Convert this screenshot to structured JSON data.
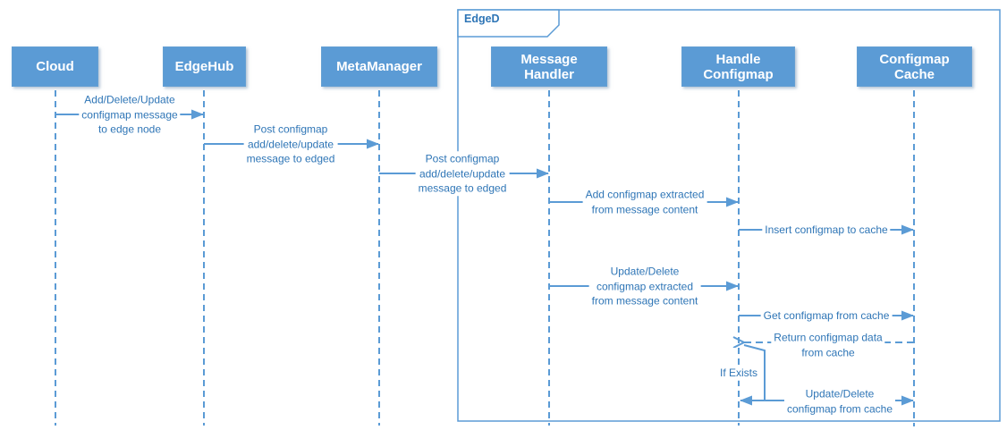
{
  "frame": {
    "label": "EdgeD"
  },
  "actors": [
    {
      "label": "Cloud"
    },
    {
      "label": "EdgeHub"
    },
    {
      "label": "MetaManager"
    },
    {
      "label": "Message Handler"
    },
    {
      "label": "Handle Configmap"
    },
    {
      "label": "Configmap Cache"
    }
  ],
  "messages": [
    {
      "from": "Cloud",
      "to": "EdgeHub",
      "type": "solid",
      "text": "Add/Delete/Update\nconfigmap message\nto edge node"
    },
    {
      "from": "EdgeHub",
      "to": "MetaManager",
      "type": "solid",
      "text": "Post configmap\nadd/delete/update\nmessage to edged"
    },
    {
      "from": "MetaManager",
      "to": "Message Handler",
      "type": "solid",
      "text": "Post configmap\nadd/delete/update\nmessage to edged"
    },
    {
      "from": "Message Handler",
      "to": "Handle Configmap",
      "type": "solid",
      "text": "Add configmap extracted\nfrom message content"
    },
    {
      "from": "Handle Configmap",
      "to": "Configmap Cache",
      "type": "solid",
      "text": "Insert configmap to cache"
    },
    {
      "from": "Message Handler",
      "to": "Handle Configmap",
      "type": "solid",
      "text": "Update/Delete\nconfigmap extracted\nfrom message content"
    },
    {
      "from": "Handle Configmap",
      "to": "Configmap Cache",
      "type": "solid",
      "text": "Get configmap from cache"
    },
    {
      "from": "Configmap Cache",
      "to": "Handle Configmap",
      "type": "dashed-return",
      "text": "Return configmap data\nfrom cache"
    },
    {
      "from": "Handle Configmap",
      "to": "Configmap Cache",
      "type": "solid",
      "condition": "If Exists",
      "text": "Update/Delete\nconfigmap from cache"
    }
  ],
  "colors": {
    "actor_fill": "#5b9bd5",
    "line_blue": "#5b9bd5",
    "text_blue": "#2e75b6",
    "background": "#ffffff"
  }
}
